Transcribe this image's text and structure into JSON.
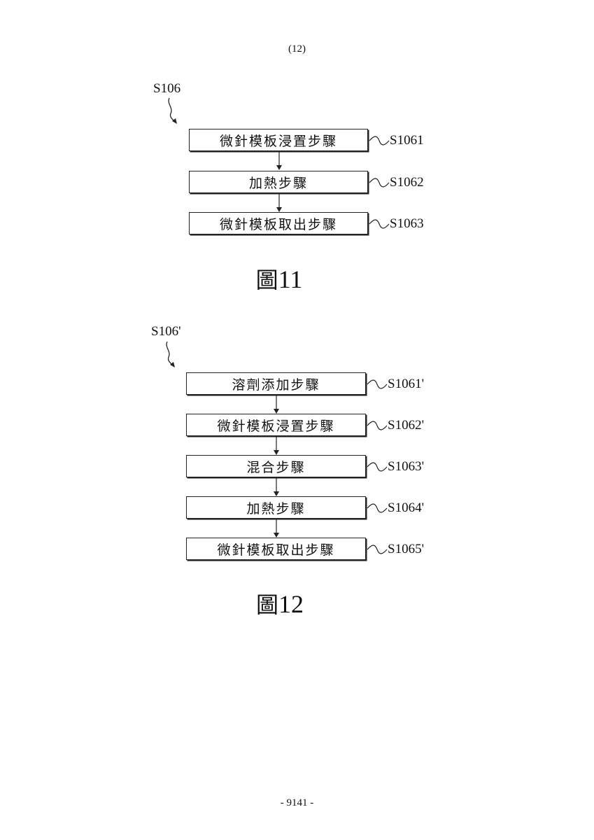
{
  "header": {
    "page_marker": "(12)"
  },
  "footer": {
    "page_number": "- 9141 -"
  },
  "figures": [
    {
      "root_label": "S106",
      "caption_prefix": "圖",
      "caption_number": "11",
      "steps": [
        {
          "text": "微針模板浸置步驟",
          "id": "S1061"
        },
        {
          "text": "加熱步驟",
          "id": "S1062"
        },
        {
          "text": "微針模板取出步驟",
          "id": "S1063"
        }
      ]
    },
    {
      "root_label": "S106'",
      "caption_prefix": "圖",
      "caption_number": "12",
      "steps": [
        {
          "text": "溶劑添加步驟",
          "id": "S1061'"
        },
        {
          "text": "微針模板浸置步驟",
          "id": "S1062'"
        },
        {
          "text": "混合步驟",
          "id": "S1063'"
        },
        {
          "text": "加熱步驟",
          "id": "S1064'"
        },
        {
          "text": "微針模板取出步驟",
          "id": "S1065'"
        }
      ]
    }
  ]
}
